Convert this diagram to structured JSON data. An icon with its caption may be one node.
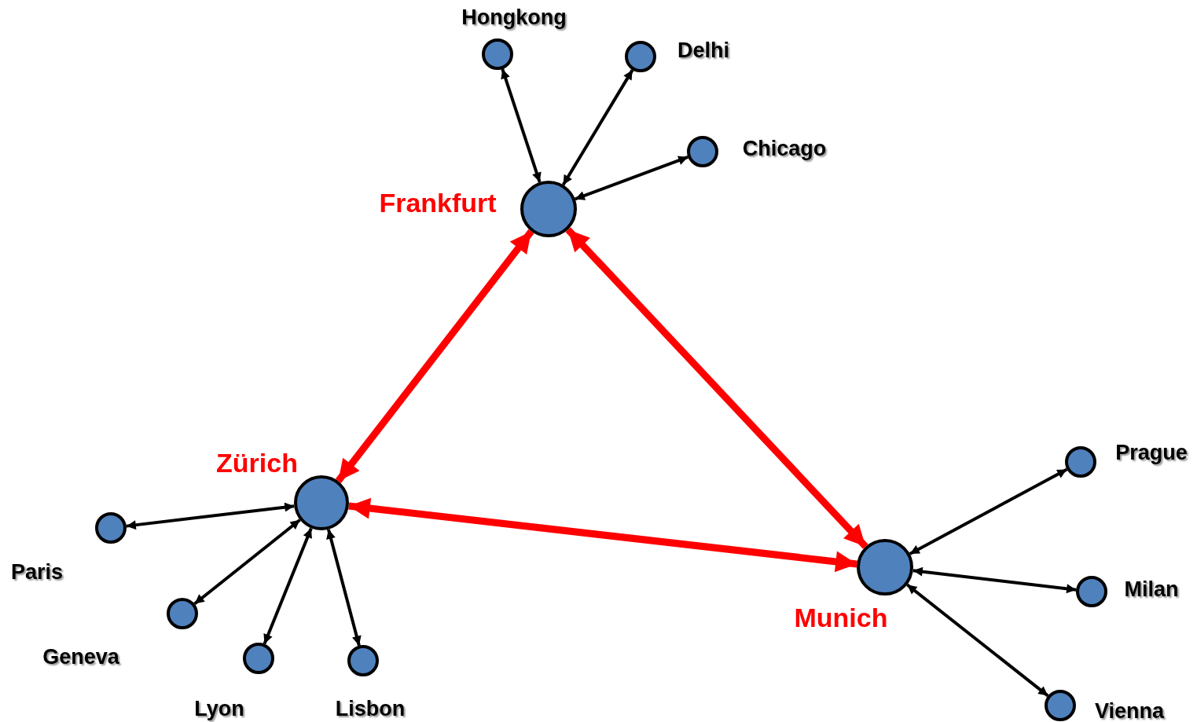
{
  "diagram": {
    "nodes": [
      {
        "text": [],
        "shape": "circle",
        "beside": [
          "Hongkong"
        ]
      },
      {
        "text": [],
        "shape": "circle",
        "beside": [
          "Delhi"
        ]
      },
      {
        "text": [],
        "shape": "circle",
        "beside": [
          "Chicago"
        ]
      },
      {
        "text": [],
        "shape": "circle",
        "beside": [
          "Frankfurt"
        ]
      },
      {
        "text": [],
        "shape": "circle",
        "beside": [
          "Prague"
        ]
      },
      {
        "text": [],
        "shape": "circle",
        "beside": [
          "Zürich"
        ]
      },
      {
        "text": [],
        "shape": "circle",
        "beside": [
          "Paris"
        ]
      },
      {
        "text": [],
        "shape": "circle",
        "beside": [
          "Munich"
        ]
      },
      {
        "text": [],
        "shape": "circle",
        "beside": [
          "Milan"
        ]
      },
      {
        "text": [],
        "shape": "circle",
        "beside": [
          "Geneva"
        ]
      },
      {
        "text": [],
        "shape": "circle",
        "beside": [
          "Lyon"
        ]
      },
      {
        "text": [],
        "shape": "circle",
        "beside": [
          "Lisbon"
        ]
      },
      {
        "text": [],
        "shape": "circle",
        "beside": [
          "Vienna"
        ]
      }
    ],
    "edges": [
      {
        "from": 3,
        "to": 0,
        "arrow": "both"
      },
      {
        "from": 3,
        "to": 1,
        "arrow": "both"
      },
      {
        "from": 3,
        "to": 2,
        "arrow": "both"
      },
      {
        "from": 3,
        "to": 5,
        "arrow": "both",
        "style": "thick",
        "color": "#ff0000"
      },
      {
        "from": 3,
        "to": 7,
        "arrow": "both",
        "style": "thick",
        "color": "#ff0000"
      },
      {
        "from": 5,
        "to": 7,
        "arrow": "both",
        "style": "thick",
        "color": "#ff0000"
      },
      {
        "from": 5,
        "to": 6,
        "arrow": "both"
      },
      {
        "from": 5,
        "to": 9,
        "arrow": "both"
      },
      {
        "from": 5,
        "to": 10,
        "arrow": "both"
      },
      {
        "from": 5,
        "to": 11,
        "arrow": "both"
      },
      {
        "from": 7,
        "to": 4,
        "arrow": "both"
      },
      {
        "from": 7,
        "to": 8,
        "arrow": "both"
      },
      {
        "from": 7,
        "to": 12,
        "arrow": "both"
      }
    ]
  }
}
